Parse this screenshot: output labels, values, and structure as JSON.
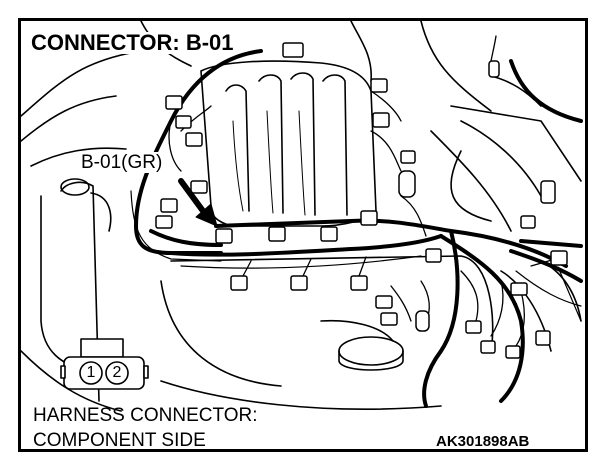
{
  "title": "CONNECTOR: B-01",
  "callout": "B-01(GR)",
  "harness_line1": "HARNESS CONNECTOR:",
  "harness_line2": "COMPONENT SIDE",
  "pins": [
    "1",
    "2"
  ],
  "figure_code": "AK301898AB",
  "colors": {
    "line": "#000000",
    "background": "#ffffff"
  }
}
